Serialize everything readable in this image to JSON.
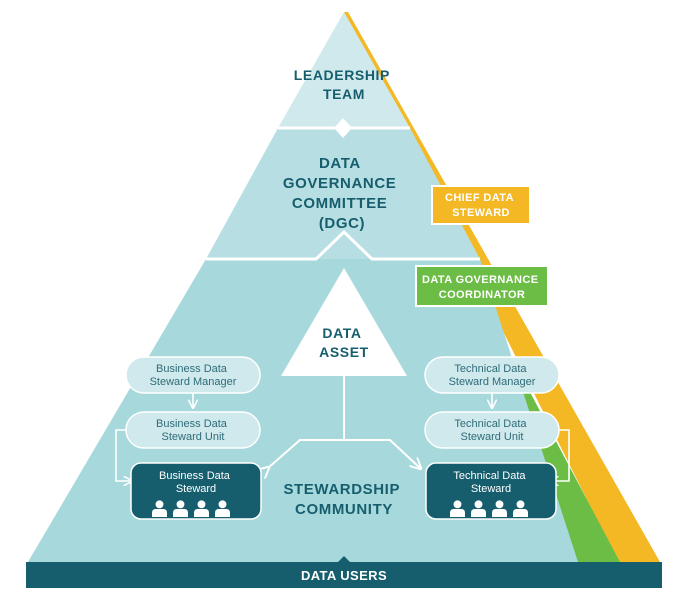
{
  "leadership": [
    "LEADERSHIP",
    "TEAM"
  ],
  "dgc": [
    "DATA",
    "GOVERNANCE",
    "COMMITTEE",
    "(DGC)"
  ],
  "chief_data_steward": [
    "CHIEF DATA",
    "STEWARD"
  ],
  "coordinator": [
    "DATA GOVERNANCE",
    "COORDINATOR"
  ],
  "data_asset": [
    "DATA",
    "ASSET"
  ],
  "business": {
    "manager": [
      "Business Data",
      "Steward Manager"
    ],
    "unit": [
      "Business Data",
      "Steward Unit"
    ],
    "steward": [
      "Business Data",
      "Steward"
    ]
  },
  "technical": {
    "manager": [
      "Technical Data",
      "Steward Manager"
    ],
    "unit": [
      "Technical Data",
      "Steward Unit"
    ],
    "steward": [
      "Technical Data",
      "Steward"
    ]
  },
  "community": [
    "STEWARDSHIP",
    "COMMUNITY"
  ],
  "data_users": "DATA USERS",
  "colors": {
    "dark_teal": "#165e6e",
    "teal_light": "#cfe9ec",
    "teal_mid": "#b7dfe3",
    "teal_base": "#a7d8dc",
    "green": "#6cbd45",
    "orange": "#f4b824"
  }
}
